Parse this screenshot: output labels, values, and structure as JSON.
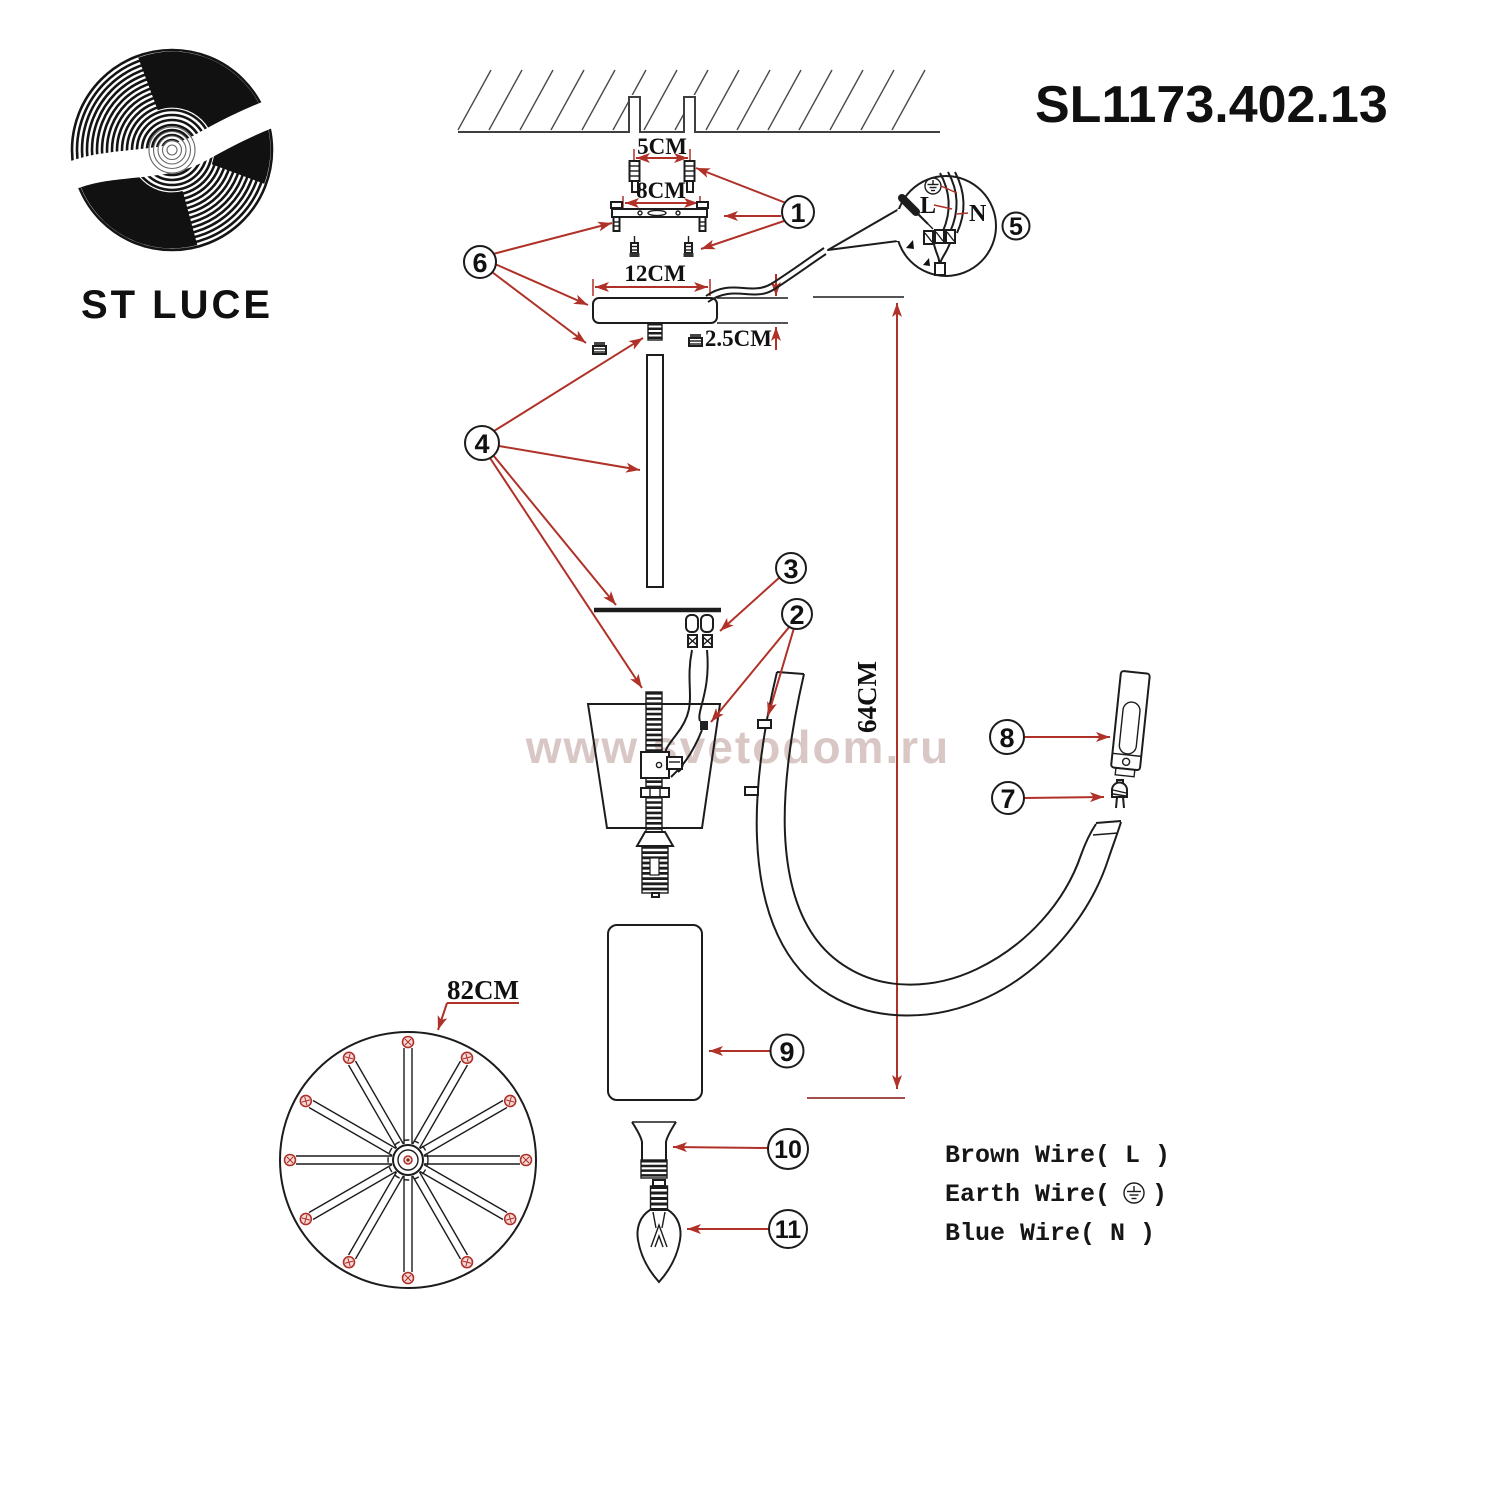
{
  "header": {
    "logo_text": "ST LUCE",
    "model_number": "SL1173.402.13"
  },
  "watermark": "www.svetodom.ru",
  "dimensions": {
    "hole_spacing": "5CM",
    "bracket_width": "8CM",
    "canopy_diameter": "12CM",
    "canopy_height": "2.5CM",
    "fixture_height": "64CM",
    "shade_diameter": "82CM"
  },
  "callouts": {
    "n1": "1",
    "n2": "2",
    "n3": "3",
    "n4": "4",
    "n5": "5",
    "n6": "6",
    "n7": "7",
    "n8": "8",
    "n9": "9",
    "n10": "10",
    "n11": "11"
  },
  "wiring_detail": {
    "live_label": "L",
    "neutral_label": "N"
  },
  "legend": {
    "brown_wire": "Brown Wire( L )",
    "earth_wire_prefix": "Earth Wire(",
    "earth_wire_suffix": ")",
    "blue_wire": "Blue Wire( N )"
  },
  "colors": {
    "leader_red": "#b03128",
    "watermark_pink": "#d9c7c5",
    "line_black": "#1c1c1c"
  }
}
